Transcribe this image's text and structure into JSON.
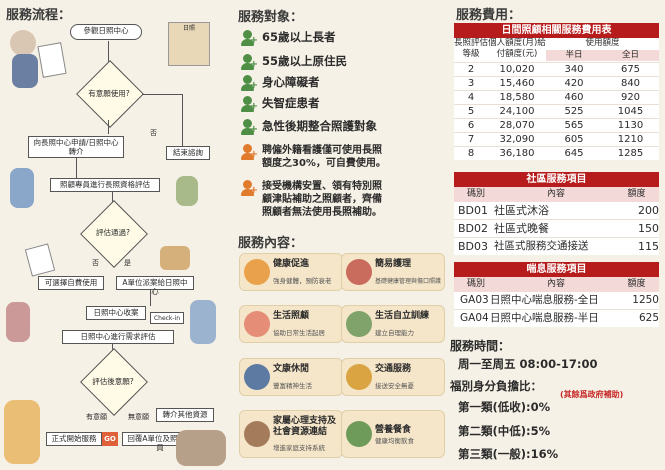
{
  "flow": {
    "title": "服務流程：",
    "start": "參觀日照中心",
    "building": "日照",
    "q1": "有意願使用?",
    "no1": "否",
    "end1": "結束諮詢",
    "apply": "向長照中心申請/日照中心轉介",
    "assess": "照顧專員進行長照資格評估",
    "q2": "評估通過?",
    "no2": "否",
    "yes2": "是",
    "self_pay": "可選擇自費使用",
    "unit_contact": "A單位派案給日照中心",
    "receive": "日照中心收案",
    "checkin": "Check-in",
    "re_eval": "日照中心進行需求評估",
    "q3": "評估後意願?",
    "opt_yes": "有意願",
    "opt_no": "無意願",
    "opt_other": "轉介其他資源",
    "go_label": "正式開始服務",
    "go": "GO",
    "back": "回覆A單位及照顧專員"
  },
  "targets": {
    "title": "服務對象：",
    "items": [
      {
        "text": "65歲以上長者",
        "icon": "person-plus-icon"
      },
      {
        "text": "55歲以上原住民",
        "icon": "person-plus-icon"
      },
      {
        "text": "身心障礙者",
        "icon": "person-plus-icon"
      },
      {
        "text": "失智症患者",
        "icon": "person-plus-icon"
      },
      {
        "text": "急性後期整合照護對象",
        "icon": "person-plus-icon"
      }
    ],
    "note1_line1": "聘僱外籍看護僅可使用長照",
    "note1_line2": "額度之30%，可自費使用。",
    "note2_line1": "接受機構安置、領有特別照",
    "note2_line2": "顧津貼補助之照顧者，齊備",
    "note2_line3": "照顧者無法使用長照補助。"
  },
  "services": {
    "title": "服務內容：",
    "items": [
      {
        "t1": "健康促進",
        "t2": "強身健體，預防衰老",
        "color": "#e9a24b"
      },
      {
        "t1": "簡易護理",
        "t2": "基礎健康管理與傷口照護",
        "color": "#c96b5d"
      },
      {
        "t1": "生活照顧",
        "t2": "協助日常生活起居",
        "color": "#e58d77"
      },
      {
        "t1": "生活自立訓練",
        "t2": "建立自理能力",
        "color": "#7fa36a"
      },
      {
        "t1": "文康休閒",
        "t2": "豐富精神生活",
        "color": "#5d7aa3"
      },
      {
        "t1": "交通服務",
        "t2": "接送安全無憂",
        "color": "#d9a441"
      },
      {
        "t1": "家屬心理支持及社會資源連結",
        "t2": "增進家庭支持系統",
        "color": "#a57c5b"
      },
      {
        "t1": "營養餐食",
        "t2": "健康均衡飲食",
        "color": "#6e9a5a"
      }
    ]
  },
  "fees": {
    "title": "服務費用：",
    "table1_title": "日間照顧相關服務費用表",
    "h_level": "長照評估等級",
    "h_amount": "個人額度(月)給付額度(元)",
    "h_usage": "使用額度",
    "h_half": "半日",
    "h_full": "全日",
    "rows": [
      [
        "2",
        "10,020",
        "340",
        "675"
      ],
      [
        "3",
        "15,460",
        "420",
        "840"
      ],
      [
        "4",
        "18,580",
        "460",
        "920"
      ],
      [
        "5",
        "24,100",
        "525",
        "1045"
      ],
      [
        "6",
        "28,070",
        "565",
        "1130"
      ],
      [
        "7",
        "32,090",
        "605",
        "1210"
      ],
      [
        "8",
        "36,180",
        "645",
        "1285"
      ]
    ],
    "table2_title": "社區服務項目",
    "h_code": "碼別",
    "h_content": "內容",
    "h_quota": "額度",
    "community": [
      [
        "BD01",
        "社區式沐浴",
        "200"
      ],
      [
        "BD02",
        "社區式晚餐",
        "150"
      ],
      [
        "BD03",
        "社區式服務交通接送",
        "115"
      ]
    ],
    "table3_title": "喘息服務項目",
    "respite": [
      [
        "GA03",
        "日照中心喘息服務-全日",
        "1250"
      ],
      [
        "GA04",
        "日照中心喘息服務-半日",
        "625"
      ]
    ]
  },
  "hours": {
    "title": "服務時間：",
    "value": "周一至周五 08:00-17:00",
    "subsidy_title": "福別身分負擔比：",
    "subsidy_note": "(其餘爲政府補助)",
    "c1": "第一類(低收):0%",
    "c2": "第二類(中低):5%",
    "c3": "第三類(一般):16%"
  },
  "colors": {
    "accent_red": "#b71c1c",
    "icon_green": "#4f8f45",
    "icon_orange": "#e07a2c"
  }
}
